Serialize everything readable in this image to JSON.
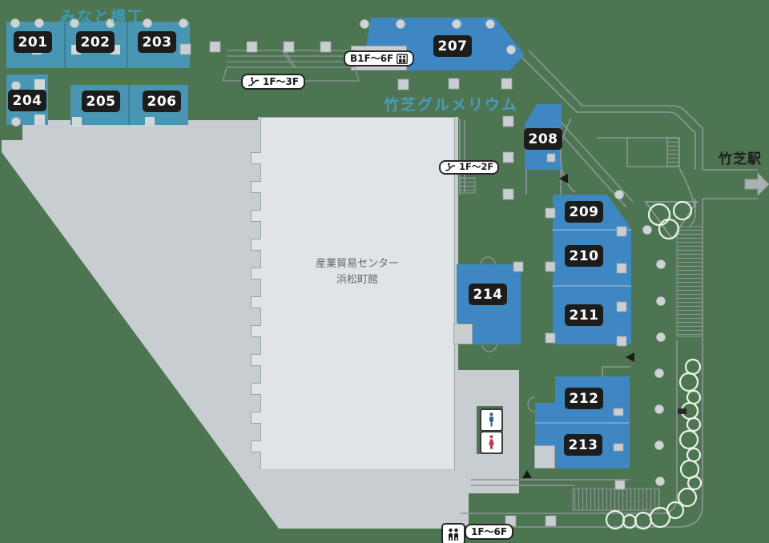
{
  "map": {
    "district_minato": {
      "title": "みなと横丁"
    },
    "district_gourmet": {
      "title": "竹芝グルメリウム"
    },
    "building": {
      "line1": "産業貿易センター",
      "line2": "浜松町館"
    },
    "station": {
      "label": "竹芝駅"
    },
    "shops": {
      "s201": "201",
      "s202": "202",
      "s203": "203",
      "s204": "204",
      "s205": "205",
      "s206": "206",
      "s207": "207",
      "s208": "208",
      "s209": "209",
      "s210": "210",
      "s211": "211",
      "s212": "212",
      "s213": "213",
      "s214": "214"
    },
    "facilities": {
      "elevator_upper": {
        "label": "B1F〜6F"
      },
      "escalator_upper": {
        "label": "1F〜3F"
      },
      "escalator_mid": {
        "label": "1F〜2F"
      },
      "elevator_lower": {
        "label": "1F〜6F"
      }
    },
    "colors": {
      "background": "#4d7551",
      "shop_teal": "#4896b4",
      "shop_blue": "#3e87c2",
      "label_bg": "#1c1c1c",
      "path": "#8d9698",
      "accent_text": "#3f9ab8",
      "male": "#2e5f8f",
      "female": "#b83b52"
    }
  }
}
